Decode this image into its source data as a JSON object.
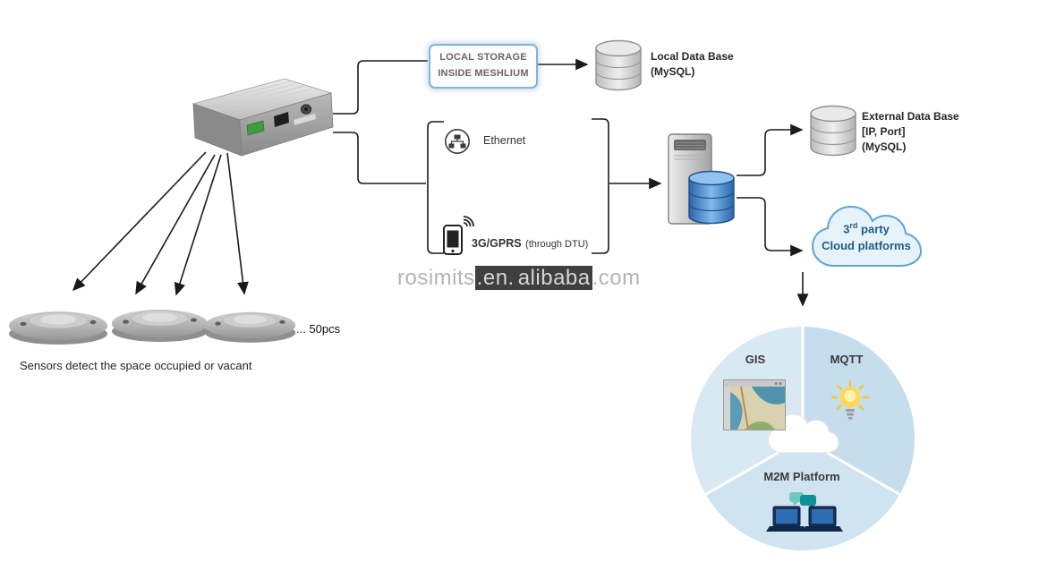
{
  "diagram": {
    "watermark": {
      "p1": "rosimits",
      "p2": ".en.",
      "p3": "alibaba",
      "p4": ".com"
    },
    "sensors": {
      "count": "... 50pcs",
      "caption": "Sensors detect the space occupied or vacant"
    },
    "local_storage": {
      "line1": "LOCAL STORAGE",
      "line2": "INSIDE MESHLIUM"
    },
    "local_db": {
      "line1": "Local Data Base",
      "line2": "(MySQL)"
    },
    "connectivity": {
      "ethernet": "Ethernet",
      "cellular": "3G/GPRS",
      "cellular_note": "(through DTU)"
    },
    "external_db": {
      "line1": "External Data Base",
      "line2": "[IP, Port]",
      "line3": "(MySQL)"
    },
    "cloud": {
      "num": "3",
      "sup": "rd",
      "rest": " party",
      "line2": "Cloud platforms"
    },
    "platforms": {
      "gis": "GIS",
      "mqtt": "MQTT",
      "m2m": "M2M Platform"
    }
  },
  "colors": {
    "storage_box_border": "#86b4da",
    "cloud_border": "#5da3d6",
    "cloud_fill": "#e7f3fb",
    "circle_fill": "#cfe3f1",
    "db_blue": "#2a65a8",
    "bulb_yellow": "#ffd84d",
    "line_black": "#1a1a1a"
  }
}
